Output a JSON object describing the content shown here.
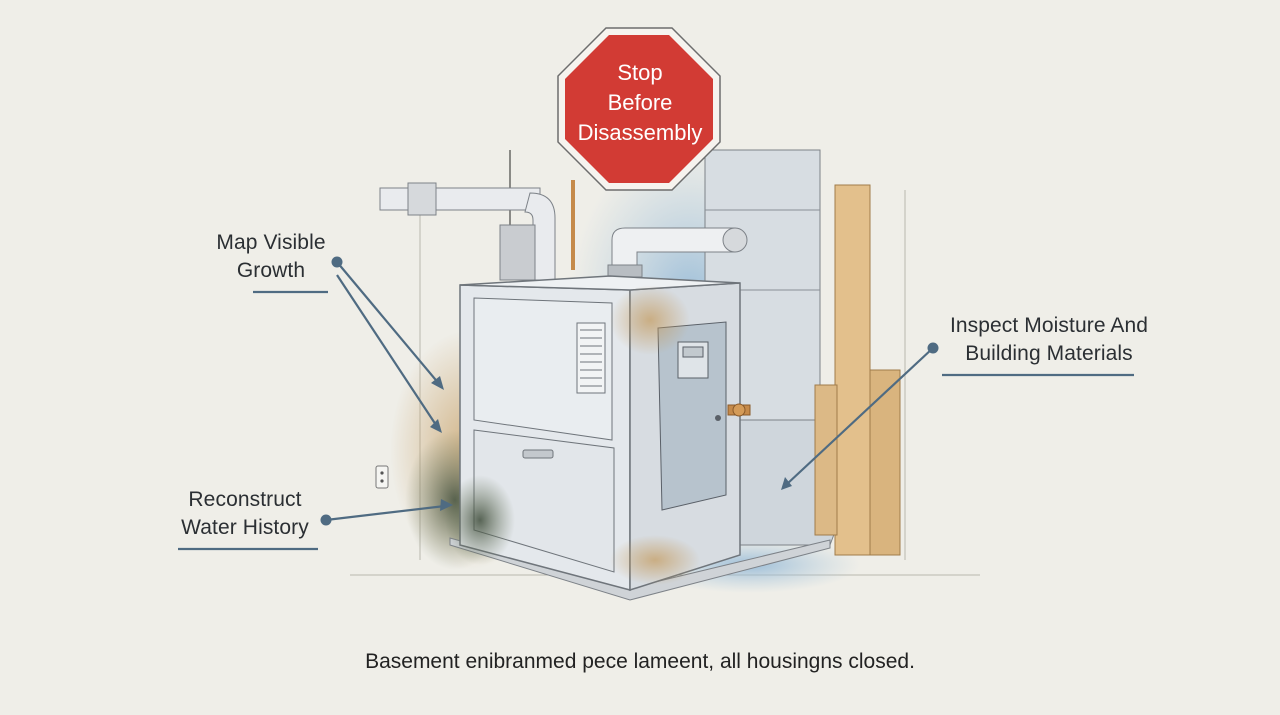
{
  "stop_sign": {
    "line1": "Stop",
    "line2": "Before",
    "line3": "Disassembly",
    "color": "#d23b34"
  },
  "callouts": {
    "growth": {
      "line1": "Map Visible",
      "line2": "Growth"
    },
    "water": {
      "line1": "Reconstruct",
      "line2": "Water History"
    },
    "moisture": {
      "line1": "Inspect Moisture And",
      "line2": "Building Materials"
    }
  },
  "caption": "Basement enibranmed pece lameent, all housingns closed.",
  "colors": {
    "background": "#efeee8",
    "line": "#4f6b82",
    "furnace": "#dfe4e8",
    "stain_blue": "#a9c6dc",
    "stain_rust": "#c49a5c",
    "mold": "#4b5a45"
  }
}
